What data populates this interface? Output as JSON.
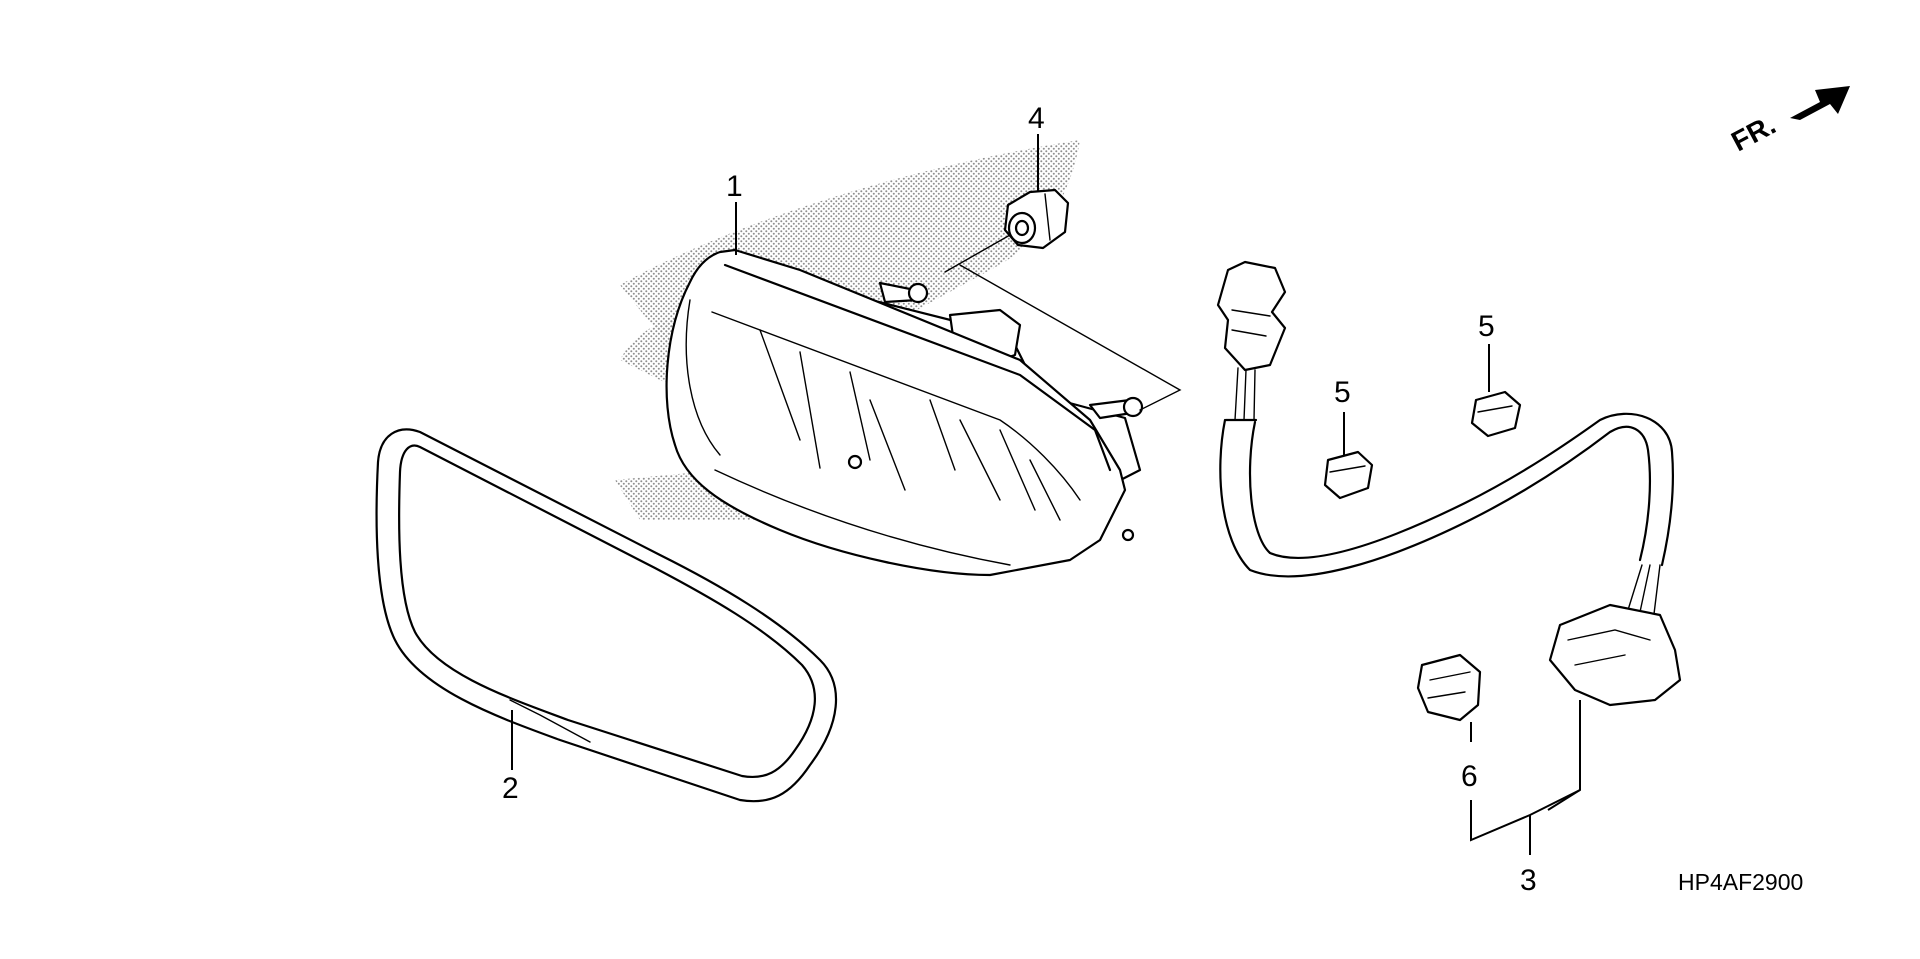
{
  "diagram": {
    "callouts": {
      "p1": "1",
      "p2": "2",
      "p3": "3",
      "p4": "4",
      "p5a": "5",
      "p5b": "5",
      "p6": "6"
    },
    "direction_label": "FR.",
    "diagram_code": "HP4AF2900",
    "stipple_color": "#9a9a9a"
  }
}
